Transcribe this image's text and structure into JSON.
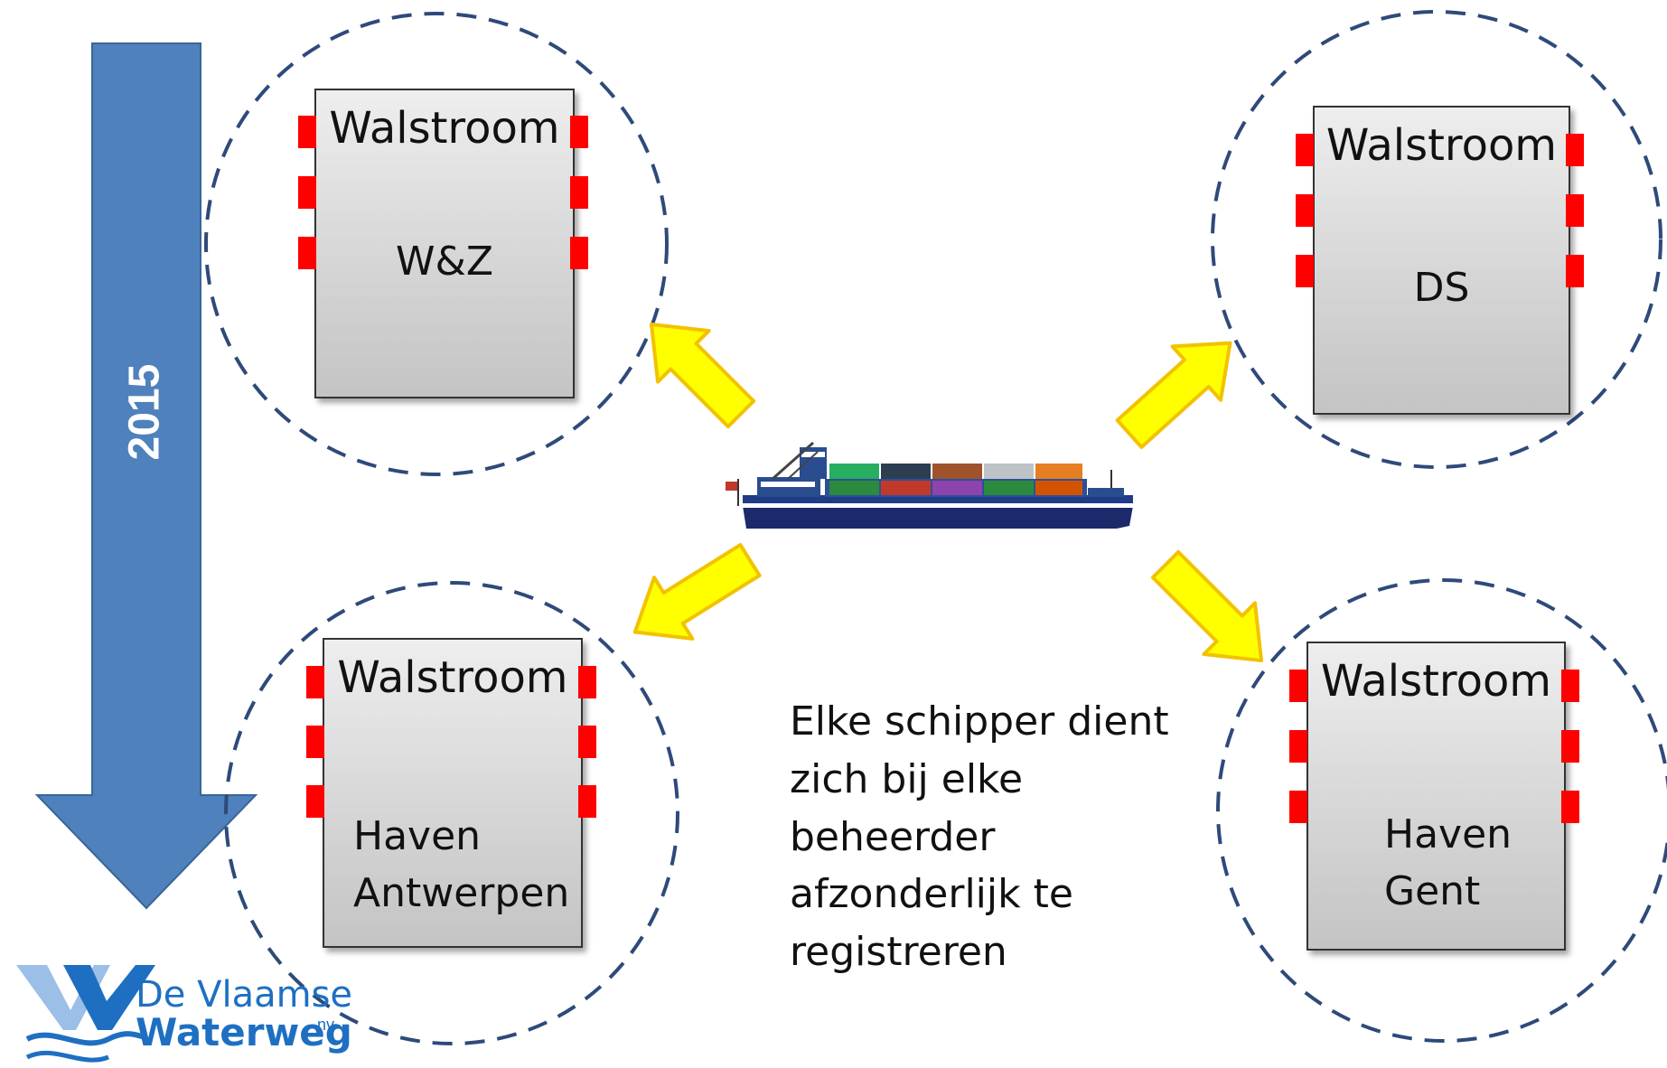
{
  "timeline": {
    "year": "2015"
  },
  "boxes": [
    {
      "title": "Walstroom",
      "label": "W&Z"
    },
    {
      "title": "Walstroom",
      "label": "DS"
    },
    {
      "title": "Walstroom",
      "label_line1": "Haven",
      "label_line2": "Antwerpen"
    },
    {
      "title": "Walstroom",
      "label_line1": "Haven",
      "label_line2": "Gent"
    }
  ],
  "note": {
    "line1": "Elke schipper dient",
    "line2": "zich bij elke",
    "line3": "beheerder",
    "line4": "afzonderlijk te",
    "line5": "registreren"
  },
  "logo": {
    "line1": "De Vlaamse",
    "line2": "Waterweg",
    "suffix": "nv"
  },
  "colors": {
    "timeline_arrow": "#4f81bd",
    "pointer_arrow": "#ffff00",
    "connector": "#ff0000",
    "circle": "#2e4a7a"
  }
}
